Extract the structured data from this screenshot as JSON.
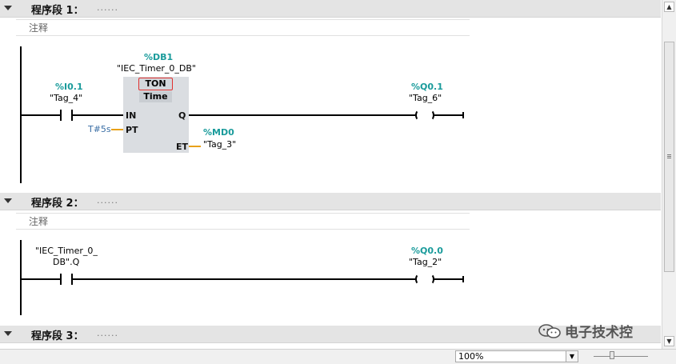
{
  "networks": [
    {
      "title": "程序段 1：",
      "dots": "......",
      "comment": "注释",
      "contact": {
        "address": "%I0.1",
        "tag": "\"Tag_4\""
      },
      "fb": {
        "db_address": "%DB1",
        "db_name": "\"IEC_Timer_0_DB\"",
        "type": "TON",
        "time_label": "Time",
        "pin_in": "IN",
        "pin_q": "Q",
        "pin_pt": "PT",
        "pin_et": "ET",
        "pt_value": "T#5s",
        "et_address": "%MD0",
        "et_tag": "\"Tag_3\""
      },
      "coil": {
        "address": "%Q0.1",
        "tag": "\"Tag_6\""
      }
    },
    {
      "title": "程序段 2：",
      "dots": "......",
      "comment": "注释",
      "contact": {
        "tag_line1": "\"IEC_Timer_0_",
        "tag_line2": "DB\".Q"
      },
      "coil": {
        "address": "%Q0.0",
        "tag": "\"Tag_2\""
      }
    },
    {
      "title": "程序段 3：",
      "dots": "......"
    }
  ],
  "status": {
    "zoom": "100%"
  },
  "watermark": {
    "text": "电子技术控"
  },
  "colors": {
    "address_teal": "#1a9b9b",
    "wire_orange": "#e8a11a",
    "fb_highlight": "#e0302f"
  }
}
